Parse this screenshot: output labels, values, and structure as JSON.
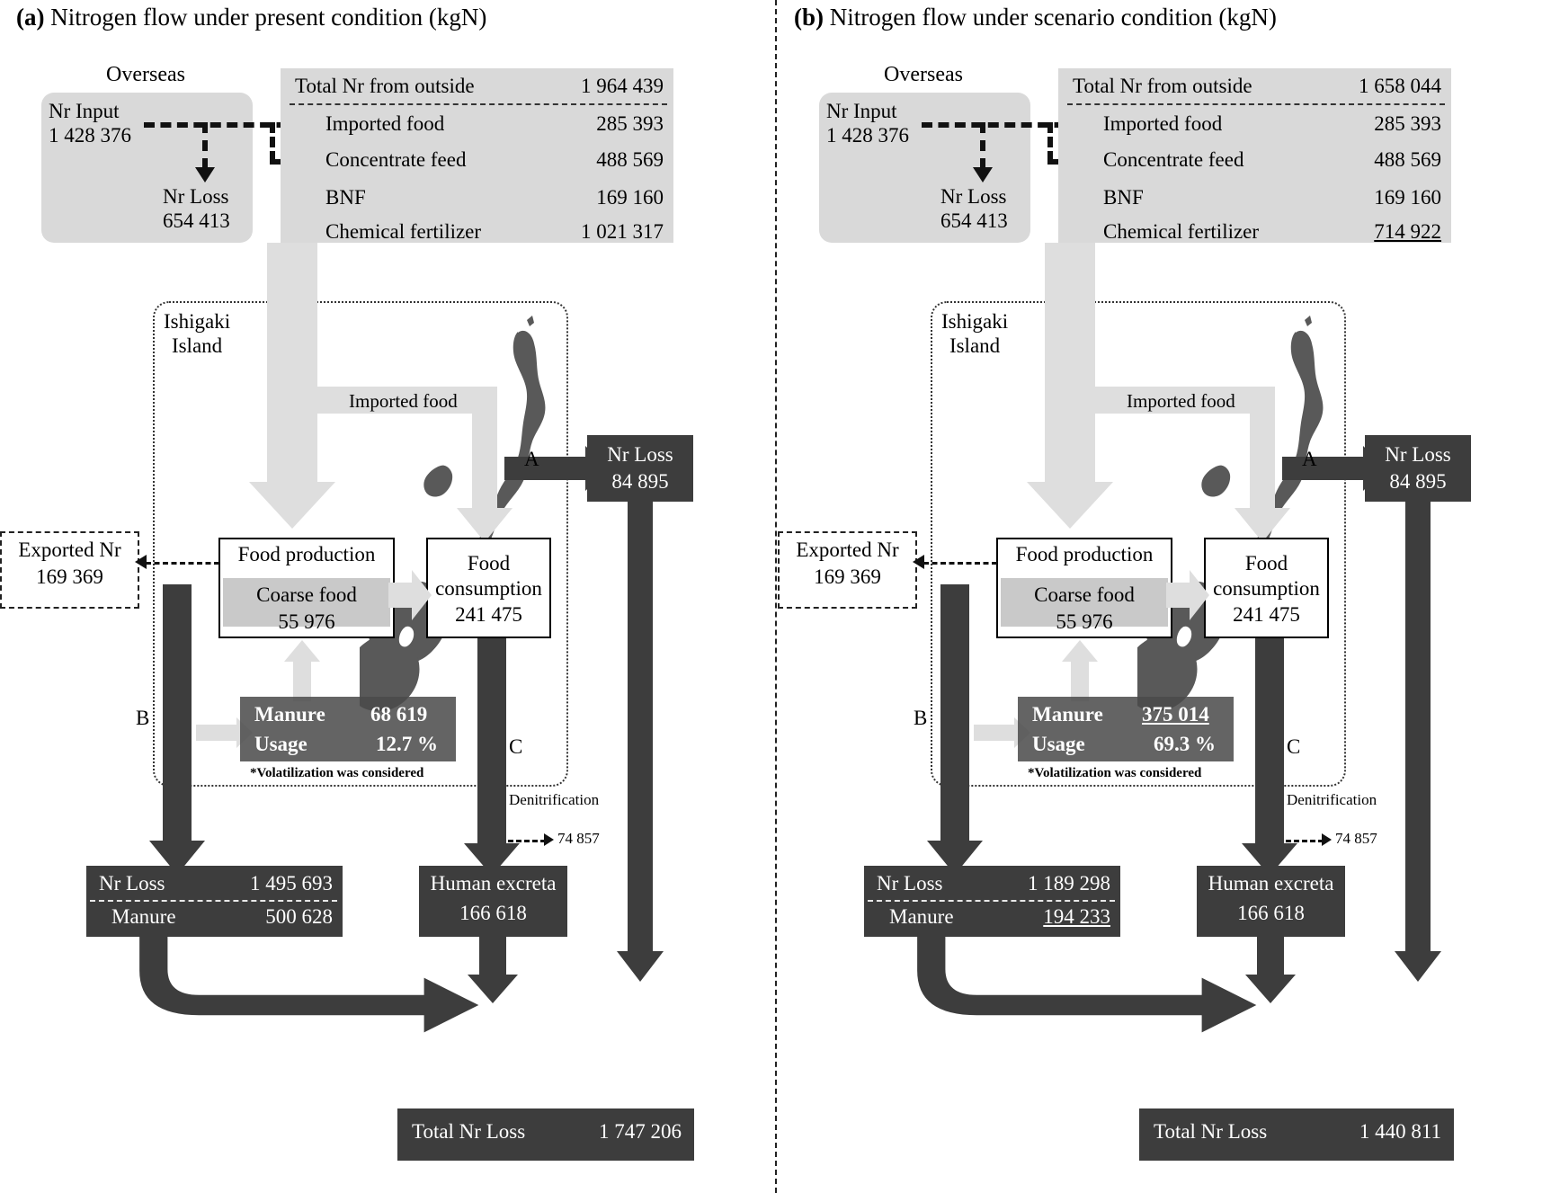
{
  "figure": {
    "panels": [
      {
        "tag": "(a)",
        "title": "Nitrogen flow under present condition (kgN)",
        "overseas": {
          "label": "Overseas",
          "input_label": "Nr Input",
          "input_value": "1 428 376",
          "loss_label": "Nr Loss",
          "loss_value": "654 413"
        },
        "inputs_table": {
          "total_label": "Total Nr from outside",
          "total_value": "1 964 439",
          "rows": [
            {
              "label": "Imported food",
              "value": "285 393",
              "underlined": false
            },
            {
              "label": "Concentrate feed",
              "value": "488 569",
              "underlined": false
            },
            {
              "label": "BNF",
              "value": "169 160",
              "underlined": false
            },
            {
              "label": "Chemical fertilizer",
              "value": "1 021 317",
              "underlined": false
            }
          ]
        },
        "island": {
          "line1": "Ishigaki",
          "line2": "Island"
        },
        "imported_food_flow_label": "Imported food",
        "exported": {
          "label": "Exported Nr",
          "value": "169 369"
        },
        "food_production": {
          "title": "Food production",
          "coarse_label": "Coarse food",
          "coarse_value": "55 976"
        },
        "food_consumption": {
          "line1": "Food",
          "line2": "consumption",
          "value": "241 475"
        },
        "manure_box": {
          "manure_label": "Manure",
          "manure_value": "68 619",
          "manure_underlined": false,
          "usage_label": "Usage",
          "usage_value": "12.7 %",
          "note": "*Volatilization was considered"
        },
        "nr_loss_top": {
          "label": "Nr Loss",
          "value": "84 895"
        },
        "flow_labels": {
          "a": "A",
          "b": "B",
          "c": "C"
        },
        "denitrification": {
          "label": "Denitrification",
          "value": "74 857"
        },
        "nr_loss_bottom": {
          "loss_label": "Nr Loss",
          "loss_value": "1 495 693",
          "manure_label": "Manure",
          "manure_value": "500 628",
          "manure_underlined": false
        },
        "human_excreta": {
          "label": "Human excreta",
          "value": "166 618"
        },
        "total_loss": {
          "label": "Total Nr Loss",
          "value": "1 747 206"
        }
      },
      {
        "tag": "(b)",
        "title": "Nitrogen flow under scenario condition (kgN)",
        "overseas": {
          "label": "Overseas",
          "input_label": "Nr Input",
          "input_value": "1 428 376",
          "loss_label": "Nr Loss",
          "loss_value": "654 413"
        },
        "inputs_table": {
          "total_label": "Total Nr from outside",
          "total_value": "1 658 044",
          "rows": [
            {
              "label": "Imported food",
              "value": "285 393",
              "underlined": false
            },
            {
              "label": "Concentrate feed",
              "value": "488 569",
              "underlined": false
            },
            {
              "label": "BNF",
              "value": "169 160",
              "underlined": false
            },
            {
              "label": "Chemical fertilizer",
              "value": "714 922",
              "underlined": true
            }
          ]
        },
        "island": {
          "line1": "Ishigaki",
          "line2": "Island"
        },
        "imported_food_flow_label": "Imported food",
        "exported": {
          "label": "Exported Nr",
          "value": "169 369"
        },
        "food_production": {
          "title": "Food production",
          "coarse_label": "Coarse food",
          "coarse_value": "55 976"
        },
        "food_consumption": {
          "line1": "Food",
          "line2": "consumption",
          "value": "241 475"
        },
        "manure_box": {
          "manure_label": "Manure",
          "manure_value": "375 014",
          "manure_underlined": true,
          "usage_label": "Usage",
          "usage_value": "69.3 %",
          "note": "*Volatilization was considered"
        },
        "nr_loss_top": {
          "label": "Nr Loss",
          "value": "84 895"
        },
        "flow_labels": {
          "a": "A",
          "b": "B",
          "c": "C"
        },
        "denitrification": {
          "label": "Denitrification",
          "value": "74 857"
        },
        "nr_loss_bottom": {
          "loss_label": "Nr Loss",
          "loss_value": "1 189 298",
          "manure_label": "Manure",
          "manure_value": "194 233",
          "manure_underlined": true
        },
        "human_excreta": {
          "label": "Human excreta",
          "value": "166 618"
        },
        "total_loss": {
          "label": "Total Nr Loss",
          "value": "1 440 811"
        }
      }
    ]
  },
  "chart_data": {
    "type": "diagram",
    "title": "Nitrogen flow on Ishigaki Island (kgN)",
    "units": "kgN",
    "scenarios": [
      "present",
      "scenario"
    ],
    "nodes": {
      "Nr Input (overseas)": {
        "present": 1428376,
        "scenario": 1428376
      },
      "Nr Loss (overseas)": {
        "present": 654413,
        "scenario": 654413
      },
      "Total Nr from outside": {
        "present": 1964439,
        "scenario": 1658044
      },
      "Imported food": {
        "present": 285393,
        "scenario": 285393
      },
      "Concentrate feed": {
        "present": 488569,
        "scenario": 488569
      },
      "BNF": {
        "present": 169160,
        "scenario": 169160
      },
      "Chemical fertilizer": {
        "present": 1021317,
        "scenario": 714922
      },
      "Coarse food": {
        "present": 55976,
        "scenario": 55976
      },
      "Food consumption": {
        "present": 241475,
        "scenario": 241475
      },
      "Exported Nr": {
        "present": 169369,
        "scenario": 169369
      },
      "Manure (applied)": {
        "present": 68619,
        "scenario": 375014
      },
      "Manure usage %": {
        "present": 12.7,
        "scenario": 69.3
      },
      "Nr Loss A (consumption)": {
        "present": 84895,
        "scenario": 84895
      },
      "Nr Loss B (production)": {
        "present": 1495693,
        "scenario": 1189298
      },
      "Manure (loss pool)": {
        "present": 500628,
        "scenario": 194233
      },
      "Human excreta": {
        "present": 166618,
        "scenario": 166618
      },
      "Denitrification": {
        "present": 74857,
        "scenario": 74857
      },
      "Total Nr Loss": {
        "present": 1747206,
        "scenario": 1440811
      }
    },
    "changed_in_scenario": [
      "Total Nr from outside",
      "Chemical fertilizer",
      "Manure (applied)",
      "Manure usage %",
      "Nr Loss B (production)",
      "Manure (loss pool)",
      "Total Nr Loss"
    ]
  }
}
